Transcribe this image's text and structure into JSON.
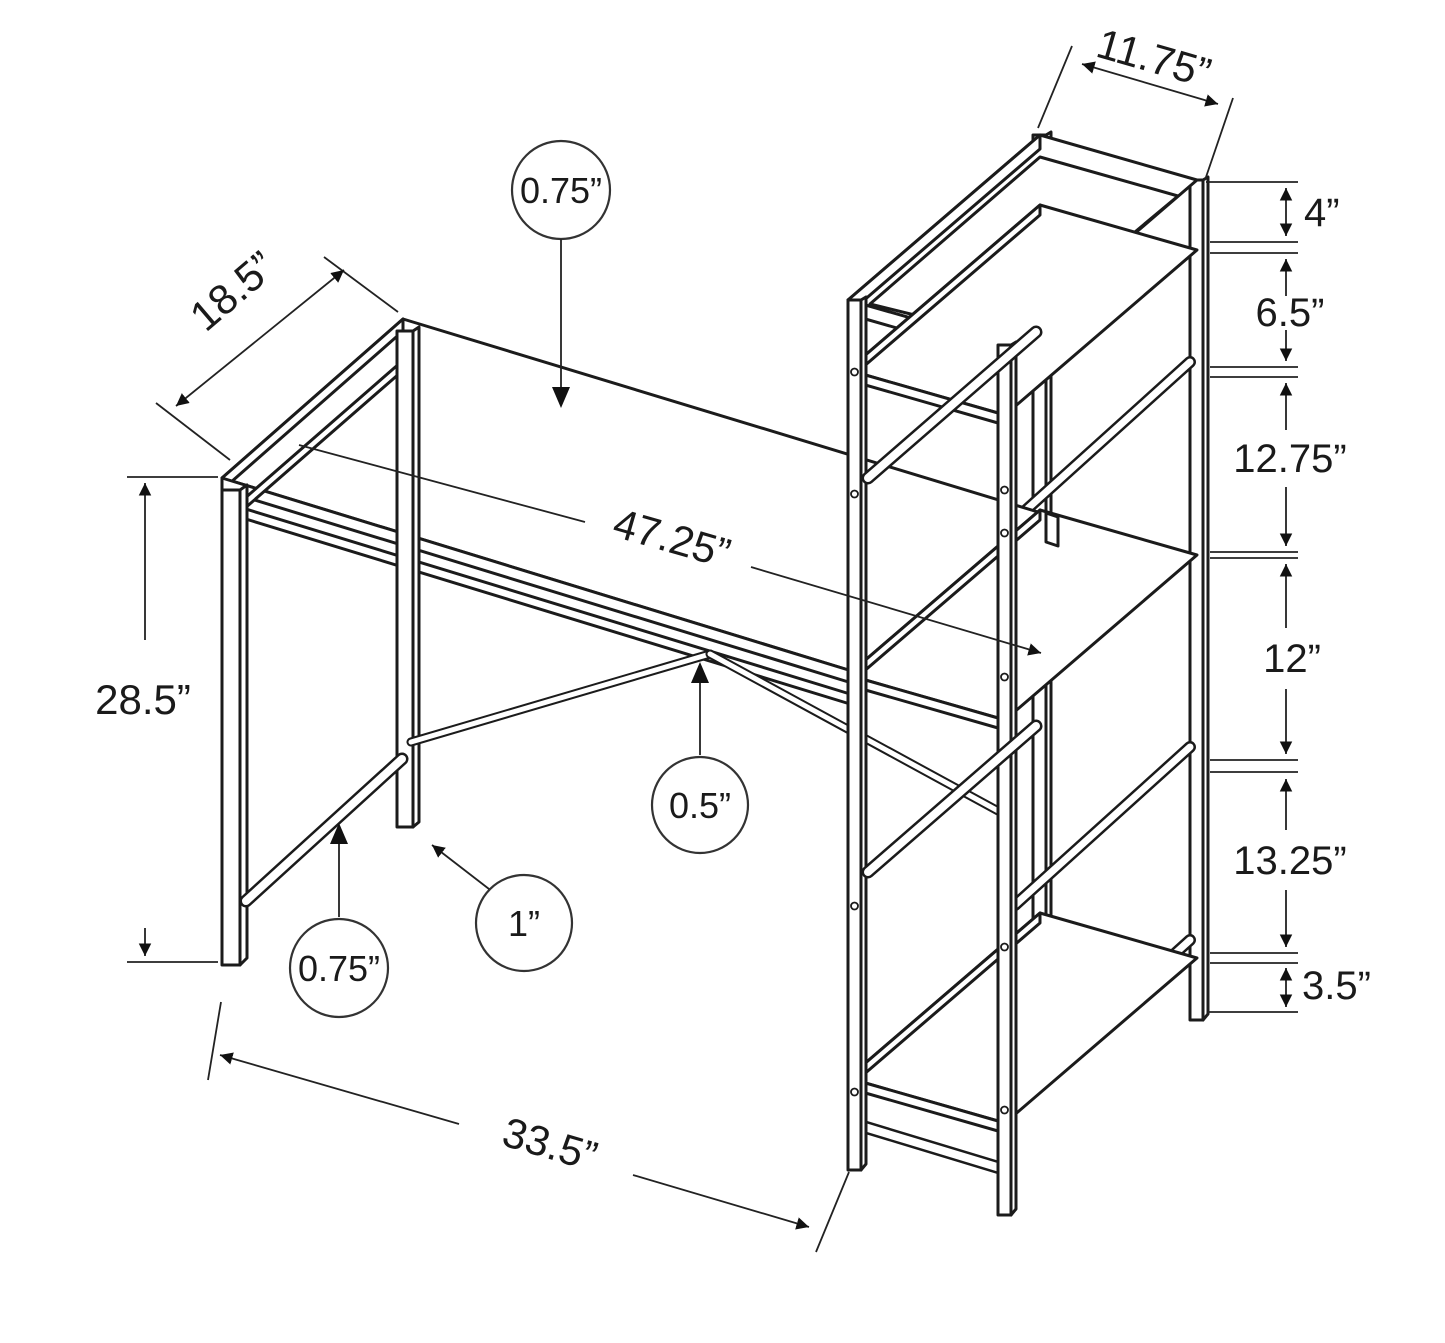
{
  "drawing": {
    "type": "furniture-dimension-diagram",
    "subject": "computer desk with attached 4-tier bookshelf tower",
    "background_color": "#ffffff",
    "line_color": "#1b1b1b",
    "dimension_color": "#222222",
    "unit": "inches",
    "dims": {
      "shelf_depth": "11.75”",
      "desk_depth": "18.5”",
      "desktop_thickness": "0.75”",
      "desk_length": "47.25”",
      "desk_height": "28.5”",
      "brace_thickness": "0.5”",
      "leg_width": "1”",
      "stretcher_thickness": "0.75”",
      "base_length": "33.5”",
      "shelf_gaps": {
        "g1": "4”",
        "g2": "6.5”",
        "g3": "12.75”",
        "g4": "12”",
        "g5": "13.25”",
        "g6": "3.5”"
      }
    }
  }
}
